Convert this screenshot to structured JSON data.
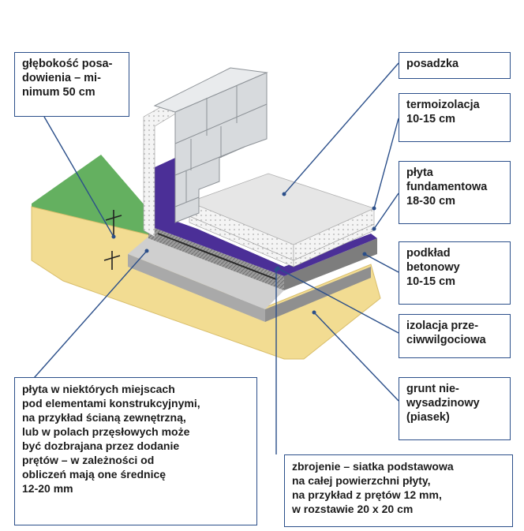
{
  "labels": {
    "depth": "głębokość posa-\ndowienia – mi-\nnimum 50 cm",
    "floor": "posadzka",
    "thermal": "termoizolacja\n10-15 cm",
    "slab": "płyta\nfundamentowa\n18-30 cm",
    "subbase": "podkład\nbetonowy\n10-15 cm",
    "moisture": "izolacja prze-\nciwwilgociowa",
    "soil": "grunt nie-\nwysadzinowy\n(piasek)",
    "slab_note": "płyta w niektórych miejscach\npod elementami konstrukcyjnymi,\nna przykład ścianą zewnętrzną,\nlub w polach przęsłowych może\nbyć dozbrajana przez dodanie\nprętów – w zależności od\nobliczeń mają one średnicę\n12-20 mm",
    "rebar": "zbrojenie – siatka podstawowa\nna całej powierzchni płyty,\nna przykład z prętów 12 mm,\nw rozstawie 20 x 20 cm"
  },
  "colors": {
    "frame": "#2b4f8a",
    "sand": "#f2dc92",
    "grass": "#64b060",
    "dpm": "#4b2f97",
    "block": "#d7dadd",
    "concrete": "#bfbfbf",
    "insulation": "#f3f3f3"
  }
}
